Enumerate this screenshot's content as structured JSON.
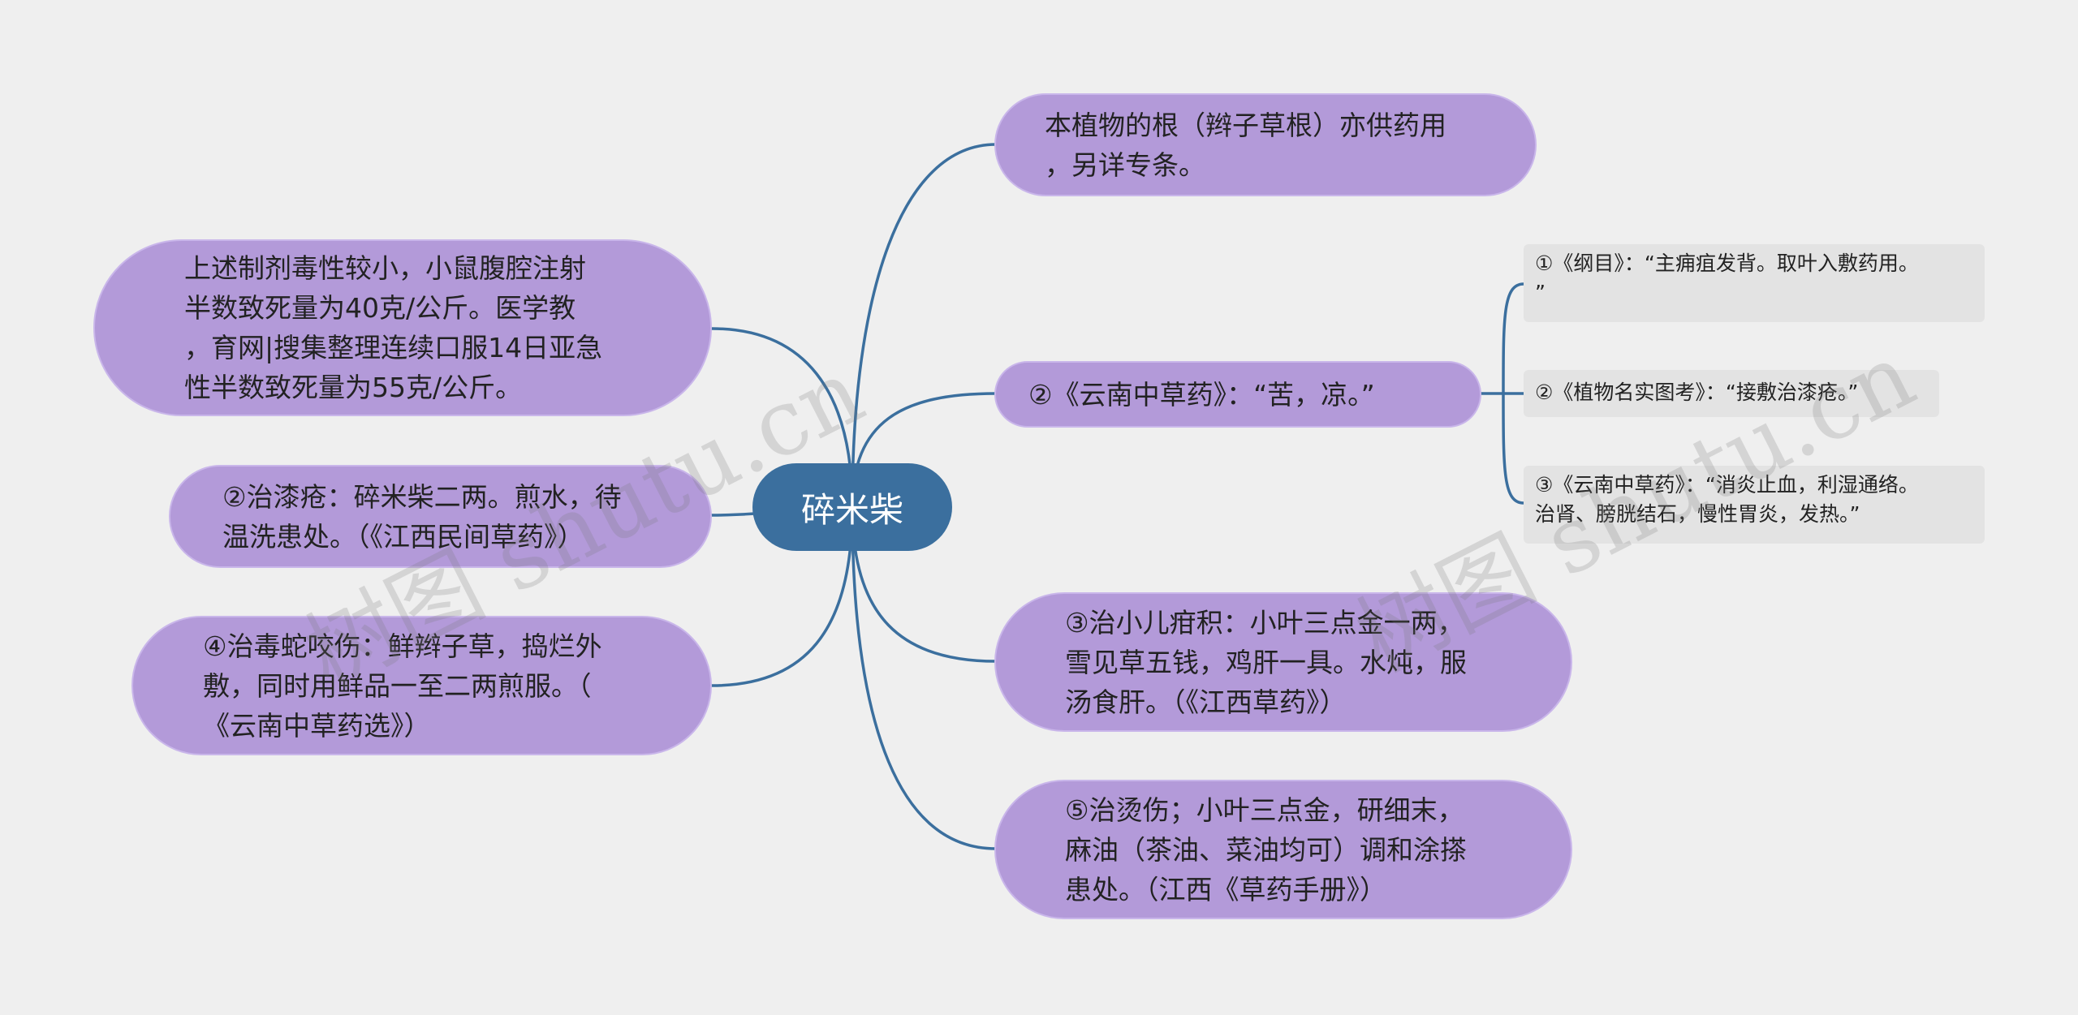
{
  "central": {
    "label": "碎米柴"
  },
  "right_nodes": [
    {
      "id": "r1",
      "text": "本植物的根（辫子草根）亦供药用\n，另详专条。"
    },
    {
      "id": "r2",
      "text": "②《云南中草药》：“苦，凉。”"
    },
    {
      "id": "r3",
      "text": "③治小儿疳积：小叶三点金一两，\n雪见草五钱，鸡肝一具。水炖，服\n汤食肝。（《江西草药》）"
    },
    {
      "id": "r4",
      "text": "⑤治烫伤；小叶三点金，研细末，\n麻油（茶油、菜油均可）调和涂搽\n患处。（江西《草药手册》）"
    }
  ],
  "left_nodes": [
    {
      "id": "l1",
      "text": "上述制剂毒性较小，小鼠腹腔注射\n半数致死量为40克/公斤。医学教\n，育网|搜集整理连续口服14日亚急\n性半数致死量为55克/公斤。"
    },
    {
      "id": "l2",
      "text": "②治漆疮：碎米柴二两。煎水，待\n温洗患处。（《江西民间草药》）"
    },
    {
      "id": "l3",
      "text": "④治毒蛇咬伤：鲜辫子草，捣烂外\n敷，同时用鲜品一至二两煎服。（\n《云南中草药选》）"
    }
  ],
  "sub_nodes": [
    {
      "id": "s1",
      "text": "①《纲目》：“主痈疽发背。取叶入敷药用。\n”"
    },
    {
      "id": "s2",
      "text": "②《植物名实图考》：“接敷治漆疮。”"
    },
    {
      "id": "s3",
      "text": "③《云南中草药》：“消炎止血，利湿通络。\n治肾、膀胱结石，慢性胃炎，发热。”"
    }
  ],
  "watermarks": [
    "树图 shutu.cn",
    "树图 shutu.cn"
  ],
  "colors": {
    "background": "#efefef",
    "central": "#3b6f9e",
    "branch_node": "#b39ad9",
    "leaf_node": "#e3e3e3",
    "connector": "#3b6f9e"
  }
}
